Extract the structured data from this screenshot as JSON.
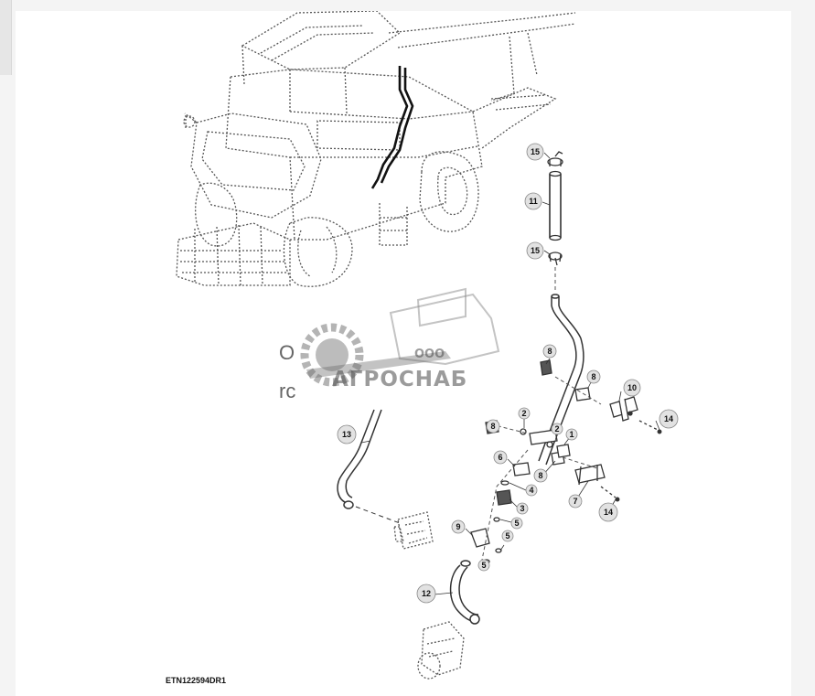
{
  "diagram": {
    "drawing_code": "ETN122594DR1",
    "callouts": [
      {
        "id": "c15a",
        "label": "15"
      },
      {
        "id": "c11",
        "label": "11"
      },
      {
        "id": "c15b",
        "label": "15"
      },
      {
        "id": "c8a",
        "label": "8"
      },
      {
        "id": "c8b",
        "label": "8"
      },
      {
        "id": "c10",
        "label": "10"
      },
      {
        "id": "c14a",
        "label": "14"
      },
      {
        "id": "c13",
        "label": "13"
      },
      {
        "id": "c2a",
        "label": "2"
      },
      {
        "id": "c8c",
        "label": "8"
      },
      {
        "id": "c2b",
        "label": "2"
      },
      {
        "id": "c1",
        "label": "1"
      },
      {
        "id": "c6",
        "label": "6"
      },
      {
        "id": "c8d",
        "label": "8"
      },
      {
        "id": "c4",
        "label": "4"
      },
      {
        "id": "c7",
        "label": "7"
      },
      {
        "id": "c3",
        "label": "3"
      },
      {
        "id": "c14b",
        "label": "14"
      },
      {
        "id": "c5a",
        "label": "5"
      },
      {
        "id": "c9",
        "label": "9"
      },
      {
        "id": "c5b",
        "label": "5"
      },
      {
        "id": "c5c",
        "label": "5"
      },
      {
        "id": "c12",
        "label": "12"
      }
    ]
  },
  "watermark": {
    "brand": "АГРОСНАБ",
    "prefix": "ООО"
  },
  "clipped_text": {
    "line1": "О",
    "line2": "rc"
  },
  "colors": {
    "line": "#333333",
    "dash": "#555555",
    "callout_fill": "#e2e2e2",
    "watermark": "#4a4a4a"
  }
}
